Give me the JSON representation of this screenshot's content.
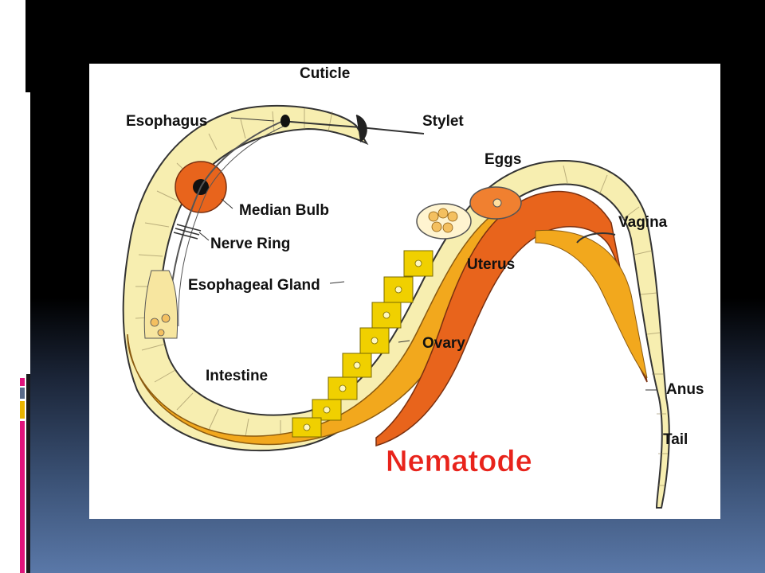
{
  "diagram": {
    "title": "Nematode",
    "labels": {
      "cuticle": "Cuticle",
      "esophagus": "Esophagus",
      "stylet": "Stylet",
      "eggs": "Eggs",
      "median_bulb": "Median Bulb",
      "vagina": "Vagina",
      "nerve_ring": "Nerve Ring",
      "uterus": "Uterus",
      "esophageal_gland": "Esophageal Gland",
      "ovary": "Ovary",
      "intestine": "Intestine",
      "anus": "Anus",
      "tail": "Tail"
    }
  },
  "colors": {
    "body_wall": "#f7eeb0",
    "intestine": "#f2a81d",
    "ovary": "#f0d000",
    "uterus": "#e8641c",
    "outline": "#333333",
    "title": "#e8231b",
    "deco_pink": "#e0147c",
    "deco_gold": "#e8b400",
    "deco_slate": "#5a6a88"
  }
}
